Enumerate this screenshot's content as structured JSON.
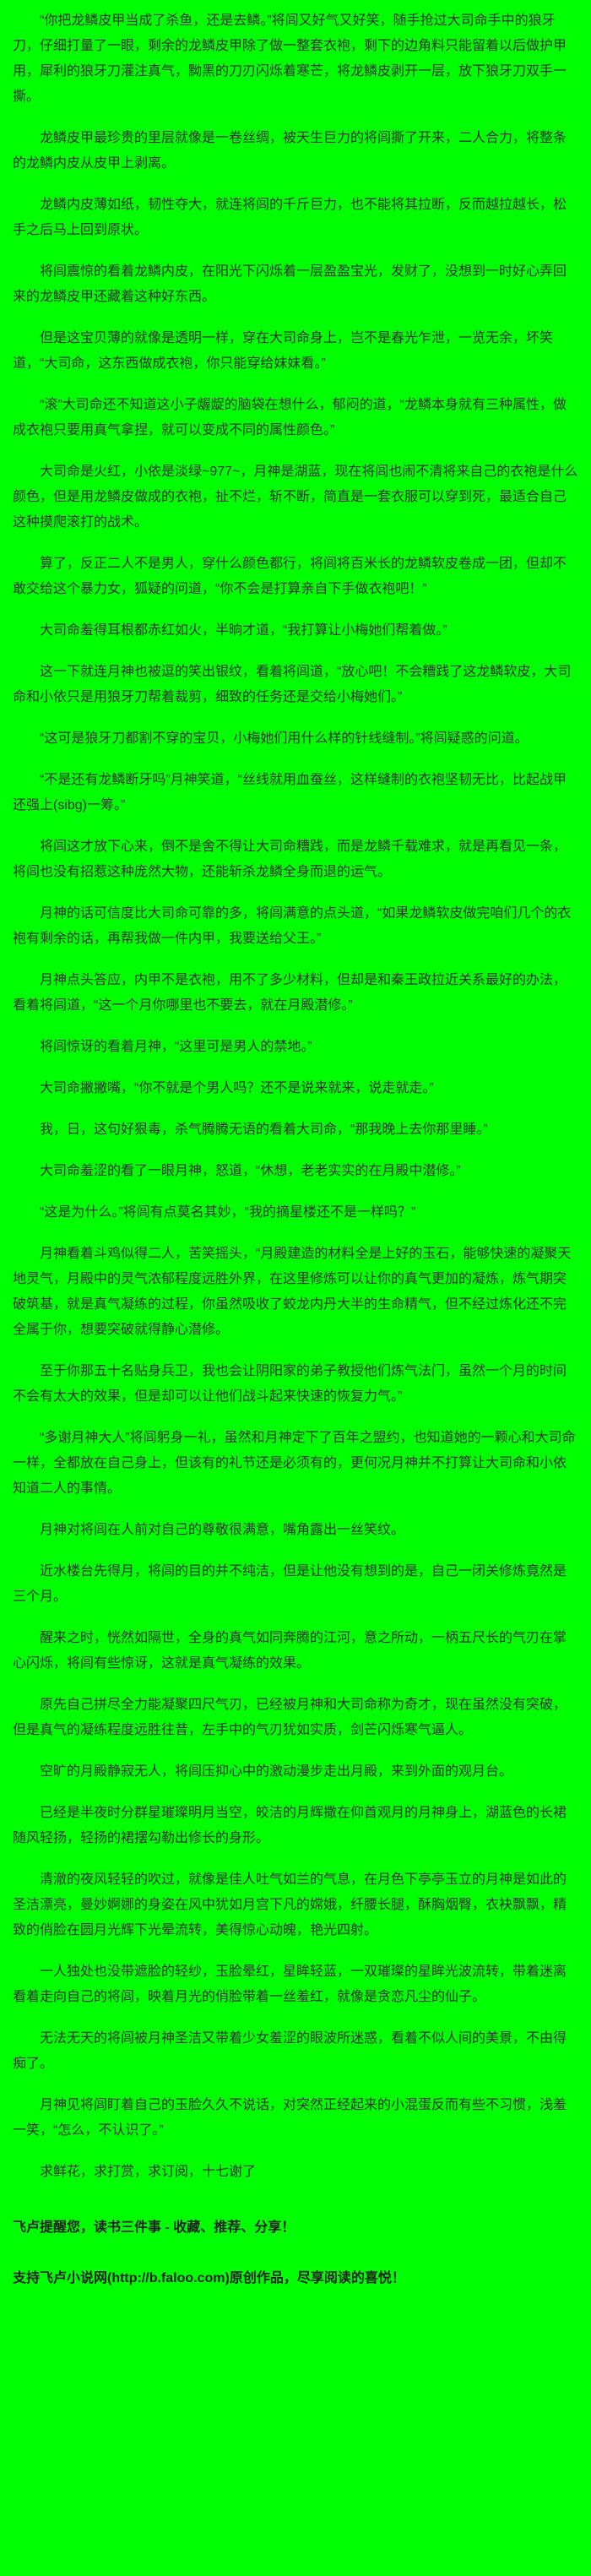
{
  "page": {
    "background_color": "#00ff00",
    "text_color": "#333333"
  },
  "content": {
    "paragraphs": [
      "“你把龙鳞皮甲当成了杀鱼，还是去鳞。”将闾又好气又好笑，随手抢过大司命手中的狼牙刀，仔细打量了一眼，剩余的龙鳞皮甲除了做一整套衣袍，剩下的边角料只能留着以后做护甲用，犀利的狼牙刀灌注真气，黝黑的刀刃闪烁着寒芒，将龙鳞皮剥开一层，放下狼牙刀双手一撕。",
      "龙鳞皮甲最珍贵的里层就像是一卷丝绸，被天生巨力的将闾撕了开来，二人合力，将整条的龙鳞内皮从皮甲上剥离。",
      "龙鳞内皮薄如纸，韧性夺大，就连将闾的千斤巨力，也不能将其拉断，反而越拉越长，松手之后马上回到原状。",
      "将闾震惊的看着龙鳞内皮，在阳光下闪烁着一层盈盈宝光，发财了，没想到一时好心弄回来的龙鳞皮甲还藏着这种好东西。",
      "但是这宝贝薄的就像是透明一样，穿在大司命身上，岂不是春光乍泄，一览无余，坏笑道，“大司命，这东西做成衣袍，你只能穿给妹妹看。”",
      "“滚”大司命还不知道这小子龌龊的脑袋在想什么，郁闷的道，“龙鳞本身就有三种属性，做成衣袍只要用真气拿捏，就可以变成不同的属性颜色。”",
      "大司命是火红，小依是淡绿~977~，月神是湖蓝，现在将闾也闹不清将来自己的衣袍是什么颜色，但是用龙鳞皮做成的衣袍，扯不烂，斩不断，简直是一套衣服可以穿到死，最适合自己这种摸爬滚打的战术。",
      "算了，反正二人不是男人，穿什么颜色都行，将闾将百米长的龙鳞软皮卷成一团，但却不敢交给这个暴力女，狐疑的问道，“你不会是打算亲自下手做衣袍吧！”",
      "大司命羞得耳根都赤红如火，半晌才道，“我打算让小梅她们帮着做。”",
      "这一下就连月神也被逗的笑出银纹，看着将闾道，“放心吧！不会糟践了这龙鳞软皮，大司命和小依只是用狼牙刀帮着裁剪，细致的任务还是交给小梅她们。”",
      "“这可是狼牙刀都割不穿的宝贝，小梅她们用什么样的针线缝制。”将闾疑惑的问道。",
      "“不是还有龙鳞断牙吗”月神笑道，“丝线就用血蚕丝，这样缝制的衣袍坚韧无比，比起战甲还强上(sibg)一筹。”",
      "将闾这才放下心来，倒不是舍不得让大司命糟践，而是龙鳞千载难求，就是再看见一条，将闾也没有招惹这种庞然大物，还能斩杀龙鳞全身而退的运气。",
      "月神的话可信度比大司命可靠的多，将闾满意的点头道，“如果龙鳞软皮做完咱们几个的衣袍有剩余的话，再帮我做一件内甲，我要送给父王。”",
      "月神点头答应，内甲不是衣袍，用不了多少材料，但却是和秦王政拉近关系最好的办法，看着将闾道，“这一个月你哪里也不要去，就在月殿潜修。”",
      "将闾惊讶的看着月神，“这里可是男人的禁地。”",
      "大司命撇撇嘴，“你不就是个男人吗？还不是说来就来，说走就走。”",
      "我，日，这句好狠毒，杀气腾腾无语的看着大司命，“那我晚上去你那里睡。”",
      "大司命羞涩的看了一眼月神，怒道，“休想，老老实实的在月殿中潜修。”",
      "“这是为什么。”将闾有点莫名其妙，“我的摘星楼还不是一样吗？”",
      "月神看着斗鸡似得二人，苦笑摇头，“月殿建造的材料全是上好的玉石，能够快速的凝聚天地灵气，月殿中的灵气浓郁程度远胜外界，在这里修炼可以让你的真气更加的凝炼，炼气期突破筑基，就是真气凝练的过程，你虽然吸收了蛟龙内丹大半的生命精气，但不经过炼化还不完全属于你，想要突破就得静心潜修。",
      "至于你那五十名贴身兵卫，我也会让阴阳家的弟子教授他们炼气法门，虽然一个月的时间不会有太大的效果，但是却可以让他们战斗起来快速的恢复力气。”",
      "“多谢月神大人”将闾躬身一礼，虽然和月神定下了百年之盟约，也知道她的一颗心和大司命一样，全都放在自己身上，但该有的礼节还是必须有的，更何况月神并不打算让大司命和小依知道二人的事情。",
      "月神对将闾在人前对自己的尊敬很满意，嘴角露出一丝笑纹。",
      "近水楼台先得月，将闾的目的并不纯洁，但是让他没有想到的是，自己一闭关修炼竟然是三个月。",
      "醒来之时，恍然如隔世，全身的真气如同奔腾的江河，意之所动，一柄五尺长的气刃在掌心闪烁，将闾有些惊讶，这就是真气凝练的效果。",
      "原先自己拼尽全力能凝聚四尺气刃，已经被月神和大司命称为奇才，现在虽然没有突破，但是真气的凝练程度远胜往昔，左手中的气刃犹如实质，剑芒闪烁寒气逼人。",
      "空旷的月殿静寂无人，将闾压抑心中的激动漫步走出月殿，来到外面的观月台。",
      "已经是半夜时分群星璀璨明月当空，皎洁的月辉撒在仰首观月的月神身上，湖蓝色的长裙随风轻扬，轻扬的裙摆勾勒出修长的身形。",
      "清澈的夜风轻轻的吹过，就像是佳人吐气如兰的气息，在月色下亭亭玉立的月神是如此的圣洁漂亮，曼妙婀娜的身姿在风中犹如月宫下凡的嫦娥，纤腰长腿，酥胸烟臀，衣袂飘飘，精致的俏脸在圆月光辉下光晕流转，美得惊心动魄，艳光四射。",
      "一人独处也没带遮脸的轻纱，玉脸晕红，星眸轻蓝，一双璀璨的星眸光波流转，带着迷离看着走向自己的将闾，映着月光的俏脸带着一丝羞红，就像是贪恋凡尘的仙子。",
      "无法无天的将闾被月神圣洁又带着少女羞涩的眼波所迷惑，看着不似人间的美景，不由得痴了。",
      "月神见将闾盯着自己的玉脸久久不说话，对突然正经起来的小混蛋反而有些不习惯，浅羞一笑，“怎么，不认识了。”"
    ],
    "author_note": "求鲜花，求打赏，求订阅，十七谢了",
    "reminder": "飞卢提醒您，读书三件事 - 收藏、推荐、分享！",
    "footer": "支持飞卢小说网(http://b.faloo.com)原创作品，尽享阅读的喜悦！"
  }
}
